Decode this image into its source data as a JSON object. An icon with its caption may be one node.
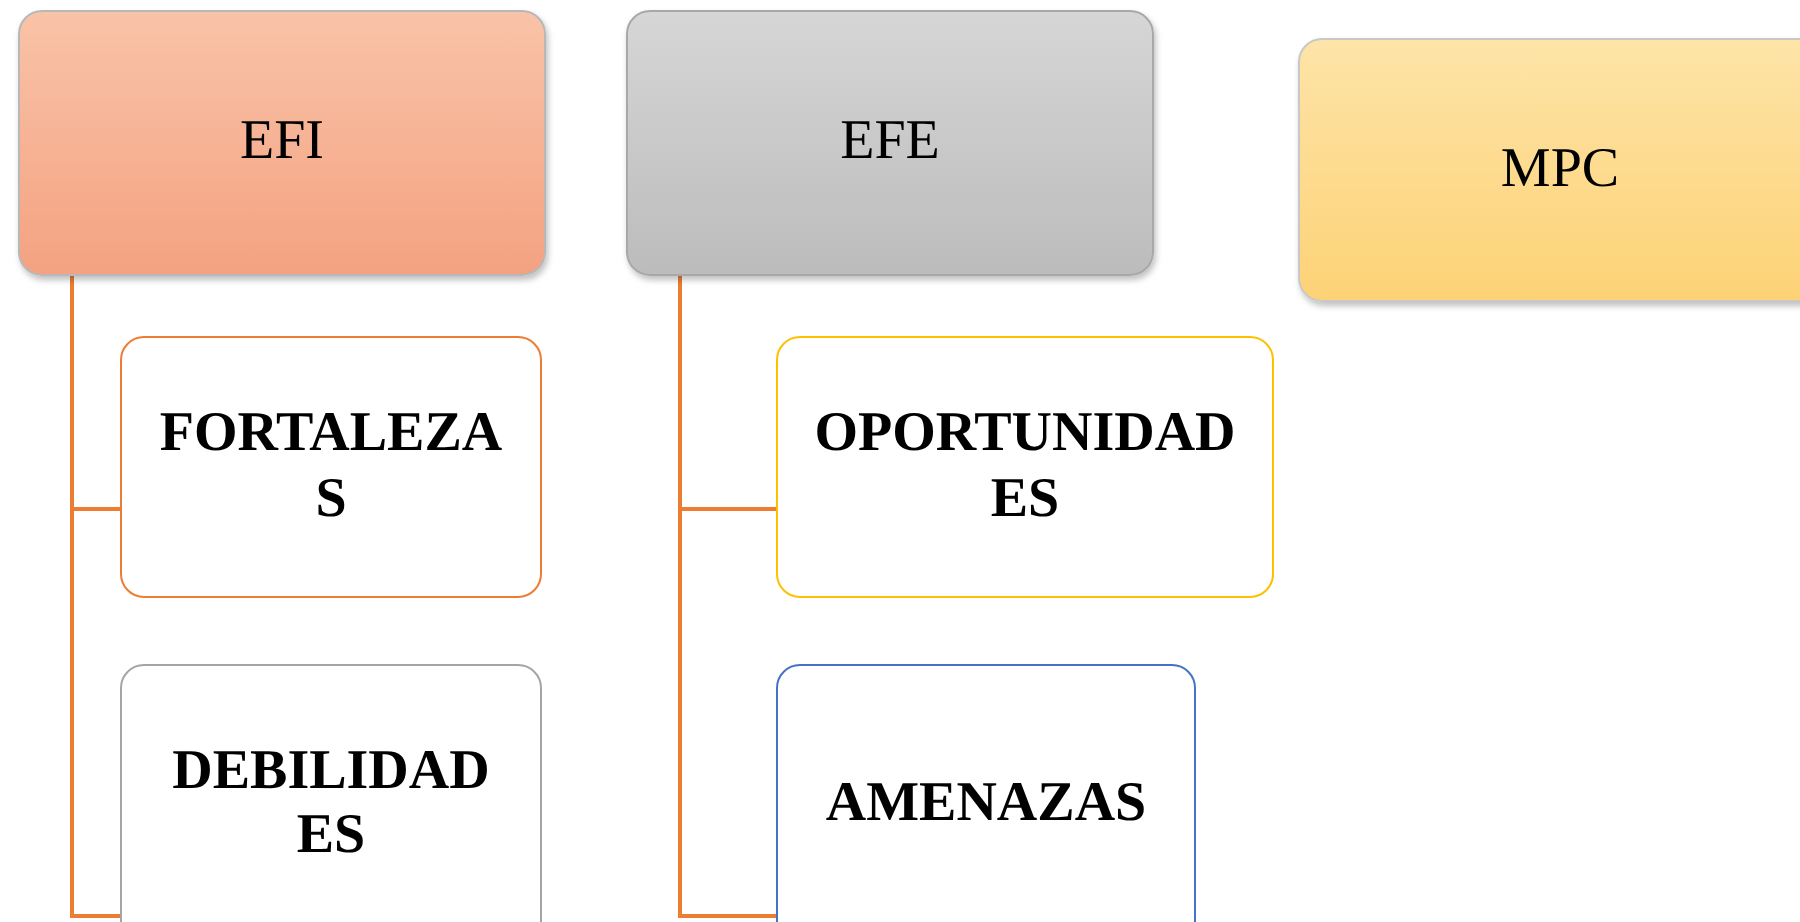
{
  "diagram": {
    "nodes": [
      {
        "text": [
          "EFI"
        ]
      },
      {
        "text": [
          "FORTALEZAS"
        ]
      },
      {
        "text": [
          "DEBILIDADES"
        ]
      },
      {
        "text": [
          "EFE"
        ]
      },
      {
        "text": [
          "OPORTUNIDADES"
        ]
      },
      {
        "text": [
          "AMENAZAS"
        ]
      },
      {
        "text": [
          "MPC"
        ]
      }
    ],
    "edges": [
      {
        "from": 0,
        "to": 1,
        "arrow": "none"
      },
      {
        "from": 0,
        "to": 2,
        "arrow": "none"
      },
      {
        "from": 3,
        "to": 4,
        "arrow": "none"
      },
      {
        "from": 3,
        "to": 5,
        "arrow": "none"
      }
    ]
  }
}
